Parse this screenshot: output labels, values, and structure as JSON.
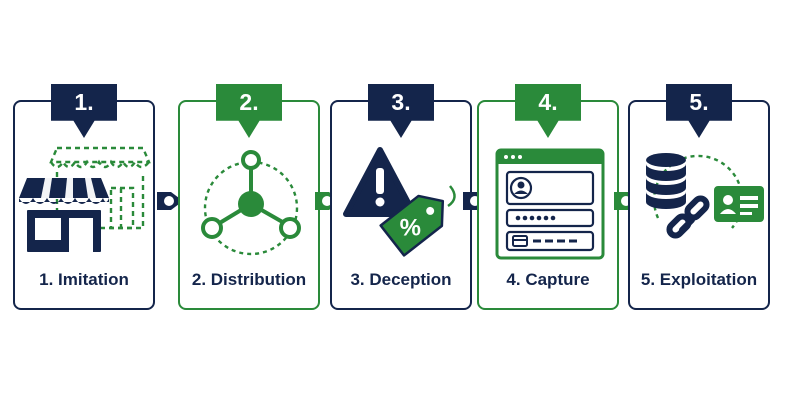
{
  "colors": {
    "navy": "#14254b",
    "green": "#2a8a3a"
  },
  "steps": [
    {
      "number": "1.",
      "label": "1. Imitation",
      "color": "navy",
      "icon": "storefront-icon"
    },
    {
      "number": "2.",
      "label": "2. Distribution",
      "color": "green",
      "icon": "network-nodes-icon"
    },
    {
      "number": "3.",
      "label": "3. Deception",
      "color": "navy",
      "icon": "warning-price-tag-icon"
    },
    {
      "number": "4.",
      "label": "4. Capture",
      "color": "green",
      "icon": "login-form-window-icon"
    },
    {
      "number": "5.",
      "label": "5. Exploitation",
      "color": "navy",
      "icon": "database-link-id-card-icon"
    }
  ]
}
